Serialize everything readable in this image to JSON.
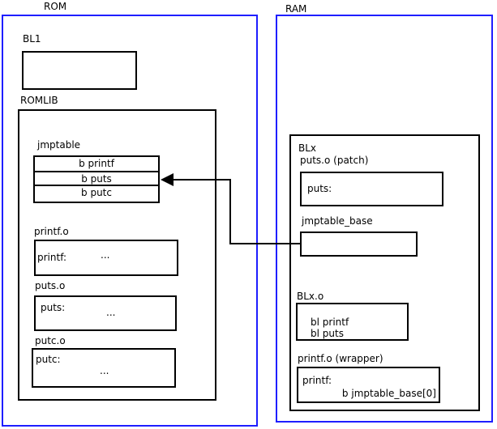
{
  "colors": {
    "frame_blue": "#1e1eff",
    "line_black": "#000000",
    "background": "#ffffff"
  },
  "rom": {
    "title": "ROM",
    "bl1": {
      "label": "BL1"
    },
    "romlib": {
      "label": "ROMLIB",
      "jmptable": {
        "label": "jmptable",
        "rows": [
          "b printf",
          "b puts",
          "b putc"
        ]
      },
      "printf_o": {
        "label": "printf.o",
        "symbol": "printf:",
        "ellipsis": "..."
      },
      "puts_o": {
        "label": "puts.o",
        "symbol": "puts:",
        "ellipsis": "..."
      },
      "putc_o": {
        "label": "putc.o",
        "symbol": "putc:",
        "ellipsis": "..."
      }
    }
  },
  "ram": {
    "title": "RAM",
    "blx": {
      "label": "BLx",
      "puts_patch": {
        "label": "puts.o (patch)",
        "symbol": "puts:"
      },
      "jmptable_base": {
        "label": "jmptable_base"
      },
      "blx_o": {
        "label": "BLx.o",
        "lines": [
          "bl printf",
          "bl puts"
        ]
      },
      "printf_wrapper": {
        "label": "printf.o (wrapper)",
        "symbol": "printf:",
        "branch": "b jmptable_base[0]"
      }
    }
  }
}
